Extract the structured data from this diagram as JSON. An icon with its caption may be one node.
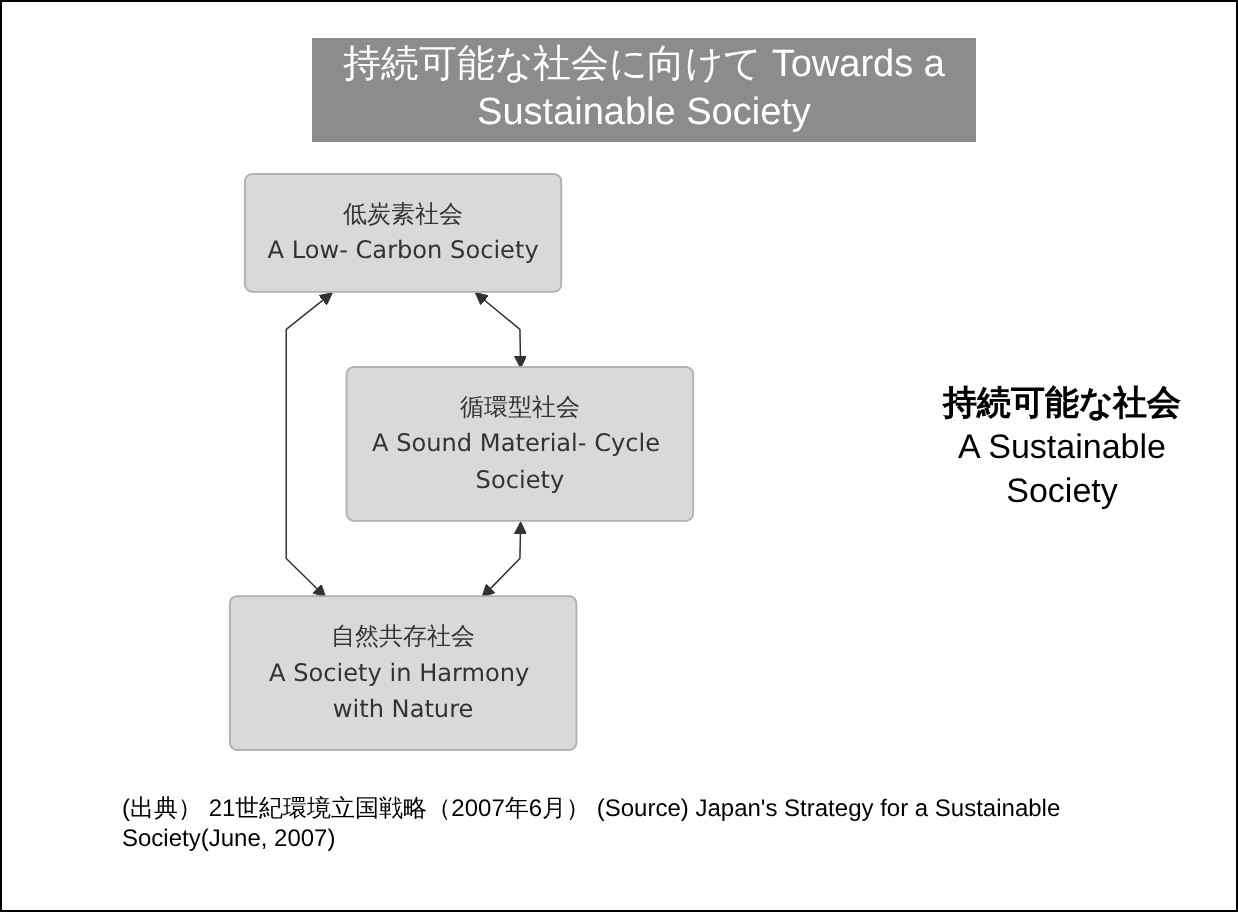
{
  "diagram": {
    "title": "持続可能な社会に向けて Towards a Sustainable Society",
    "nodes": [
      {
        "text": [
          "低炭素社会",
          "A Low- Carbon Society"
        ]
      },
      {
        "text": [
          "循環型社会",
          "A Sound Material- Cycle Society"
        ]
      },
      {
        "text": [
          "自然共存社会",
          "A Society in Harmony with Nature"
        ]
      }
    ],
    "edges": [
      {
        "from": 0,
        "to": 1,
        "arrow": "both"
      },
      {
        "from": 0,
        "to": 2,
        "arrow": "both"
      },
      {
        "from": 1,
        "to": 2,
        "arrow": "both"
      }
    ],
    "labels": [
      "持続可能な社会",
      "A Sustainable Society"
    ],
    "caption": "(出典） 21世紀環境立国戦略（2007年6月） (Source) Japan's Strategy for a Sustainable Society(June, 2007)"
  }
}
